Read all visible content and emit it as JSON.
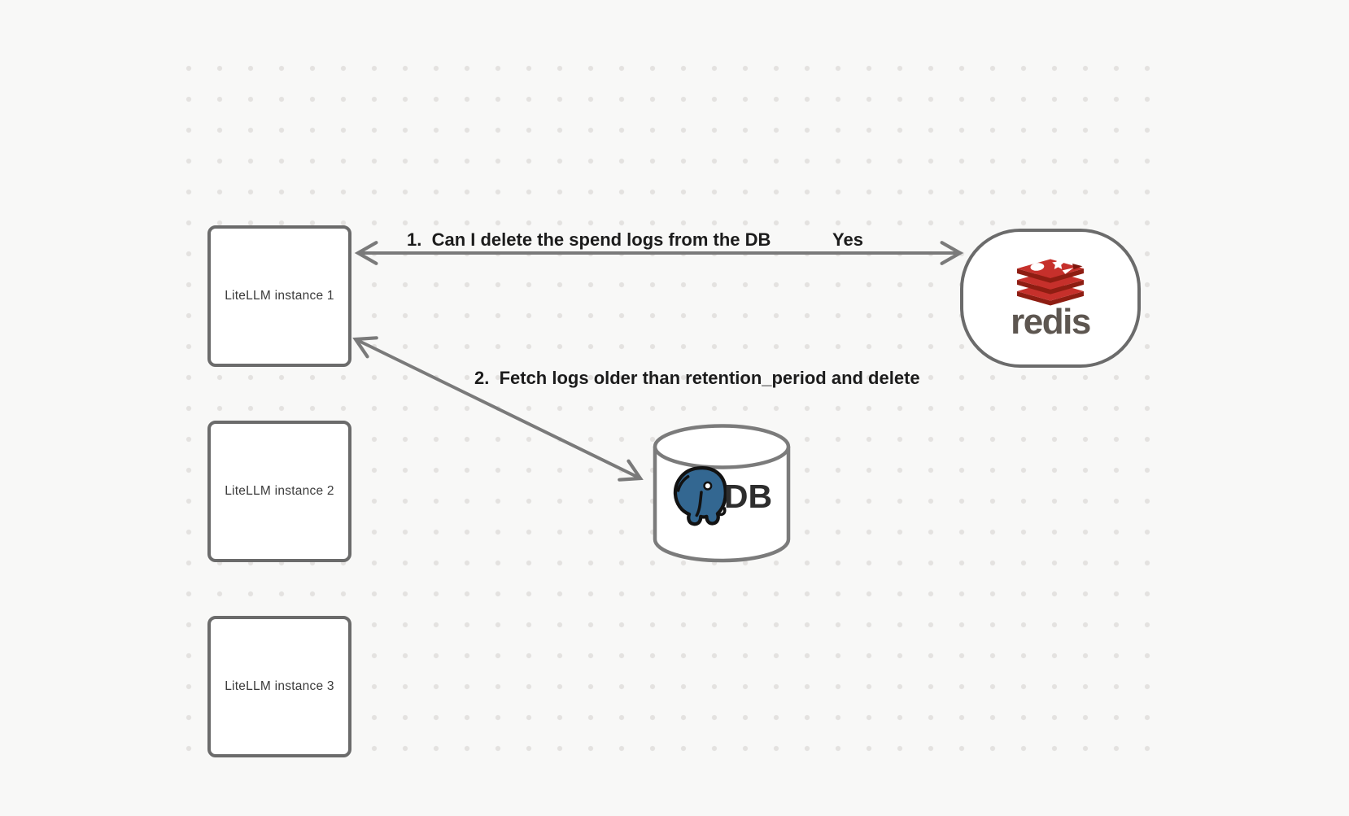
{
  "diagram": {
    "instances": [
      {
        "label": "LiteLLM instance 1"
      },
      {
        "label": "LiteLLM instance 2"
      },
      {
        "label": "LiteLLM instance 3"
      }
    ],
    "redis": {
      "wordmark": "redis"
    },
    "db": {
      "label": "DB"
    },
    "edges": {
      "edge1_label": "1.  Can I delete the spend logs from the DB",
      "edge1_response": "Yes",
      "edge2_label": "2.  Fetch logs older than retention_period and delete"
    }
  },
  "colors": {
    "background": "#f8f8f7",
    "grid_dot": "#e4e2e0",
    "node_border": "#6b6b6b",
    "node_fill": "#ffffff",
    "arrow": "#7a7a7a",
    "edge_label_text": "#1c1c1c",
    "node_label_text": "#3b3b3b",
    "redis_red": "#c6302b",
    "redis_red_dark": "#8e1d12",
    "redis_wordmark_gray": "#5d5650",
    "postgres_blue": "#336791",
    "db_text": "#2d2d2d"
  }
}
